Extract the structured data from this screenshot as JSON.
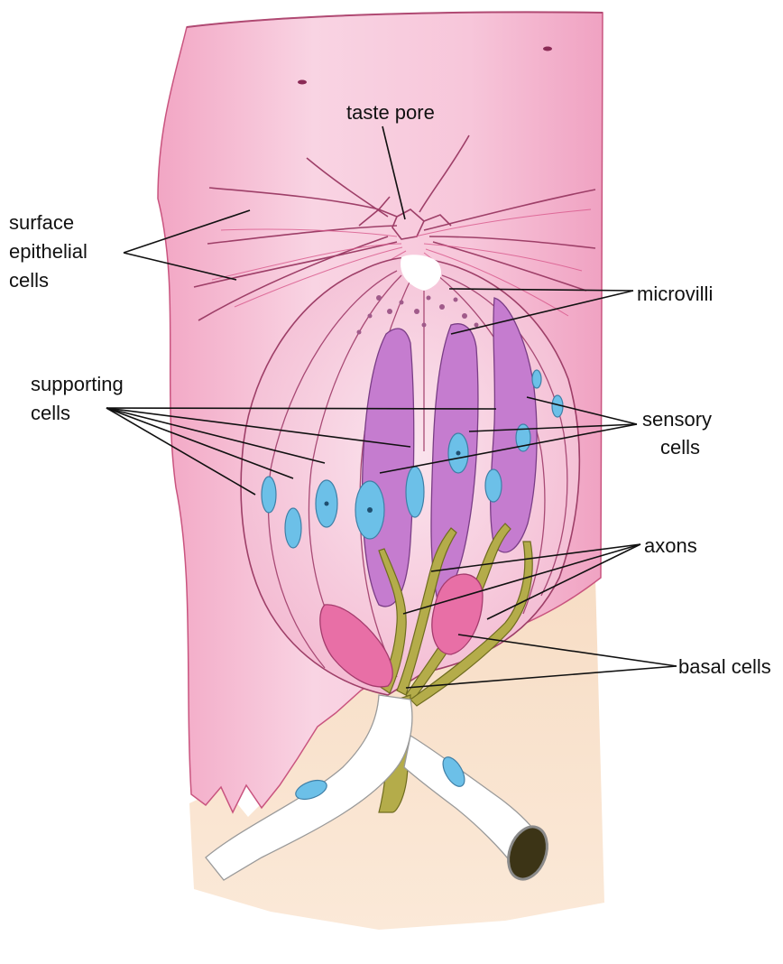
{
  "labels": {
    "taste_pore": "taste pore",
    "surface_epithelial_cells": [
      "surface",
      "epithelial",
      "cells"
    ],
    "microvilli": "microvilli",
    "supporting_cells": [
      "supporting",
      "cells"
    ],
    "sensory_cells": [
      "sensory",
      "cells"
    ],
    "axons": "axons",
    "basal_cells": "basal cells"
  },
  "colors": {
    "epithelium": "#f3a9c6",
    "epithelium_light": "#f8cfe0",
    "connective_tissue": "#f6dcc4",
    "sensory_cell": "#c77fd0",
    "supporting_cell": "#f9d7e6",
    "nucleus": "#6cc0e8",
    "axon": "#b4ac4a",
    "basal_cell": "#e76fa6",
    "nerve_sheath": "#ffffff"
  }
}
